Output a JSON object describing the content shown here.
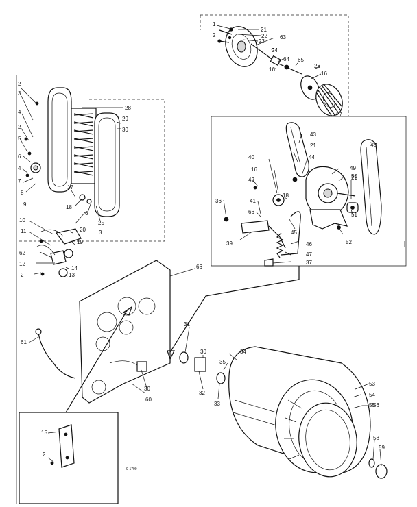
{
  "labels": {
    "a1": "1",
    "a21": "21",
    "a22": "22",
    "a2": "2",
    "a23": "23",
    "a63": "63",
    "a24": "24",
    "a64": "64",
    "a65": "65",
    "a16": "16",
    "a26": "26",
    "a16b": "16",
    "a27": "27",
    "l2": "2",
    "l3": "3",
    "l4": "4",
    "l2b": "2",
    "l5": "5",
    "l6": "6",
    "l4b": "4",
    "l7": "7",
    "l8": "8",
    "l9": "9",
    "l17": "17",
    "l28": "28",
    "l29": "29",
    "l30": "30",
    "l18": "18",
    "l25": "25",
    "l6b": "6",
    "l3b": "3",
    "l10": "10",
    "l11": "11",
    "l20": "20",
    "l19": "19",
    "l62": "62",
    "l12": "12",
    "l14": "14",
    "l2c": "2",
    "l13": "13",
    "l66": "66",
    "r43": "43",
    "r21": "21",
    "r48": "48",
    "r40": "40",
    "r44": "44",
    "r49": "49",
    "r50": "50",
    "r16": "16",
    "r42": "42",
    "r21b": "21",
    "r36": "36",
    "r18": "18",
    "r41": "41",
    "r66": "66",
    "r45": "45",
    "r51": "51",
    "r52": "52",
    "r39": "39",
    "r46": "46",
    "r47": "47",
    "r37": "37",
    "b31": "31",
    "b61": "61",
    "b34": "34",
    "b30": "30",
    "b35": "35",
    "b32": "32",
    "b33": "33",
    "b53": "53",
    "b54": "54",
    "b55": "55",
    "b56": "56",
    "b58": "58",
    "b59": "59",
    "b30b": "30",
    "b60": "60",
    "i15": "15",
    "i2": "2",
    "code": "9-1790"
  }
}
